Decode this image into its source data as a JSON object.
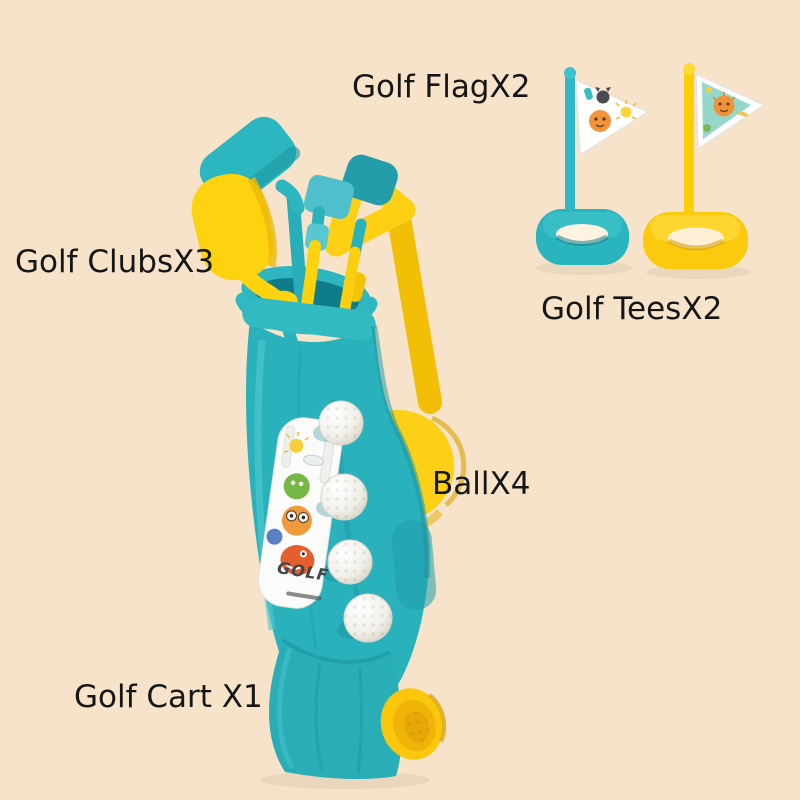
{
  "scene": {
    "type": "toy-golf-set-product-photo",
    "background_color": "#f6e3c9"
  },
  "labels": {
    "flags": "Golf FlagX2",
    "clubs": "Golf ClubsX3",
    "tees": "Golf TeesX2",
    "balls": "BallX4",
    "cart": "Golf Cart X1"
  },
  "sticker": {
    "brand": "GOLF"
  },
  "colors": {
    "teal": "#2ab2bc",
    "teal_dark": "#0e7c89",
    "yellow": "#fdd018",
    "yellow_dark": "#e2ab00",
    "ball_white": "#f4f3ee",
    "label_text": "#161616"
  }
}
